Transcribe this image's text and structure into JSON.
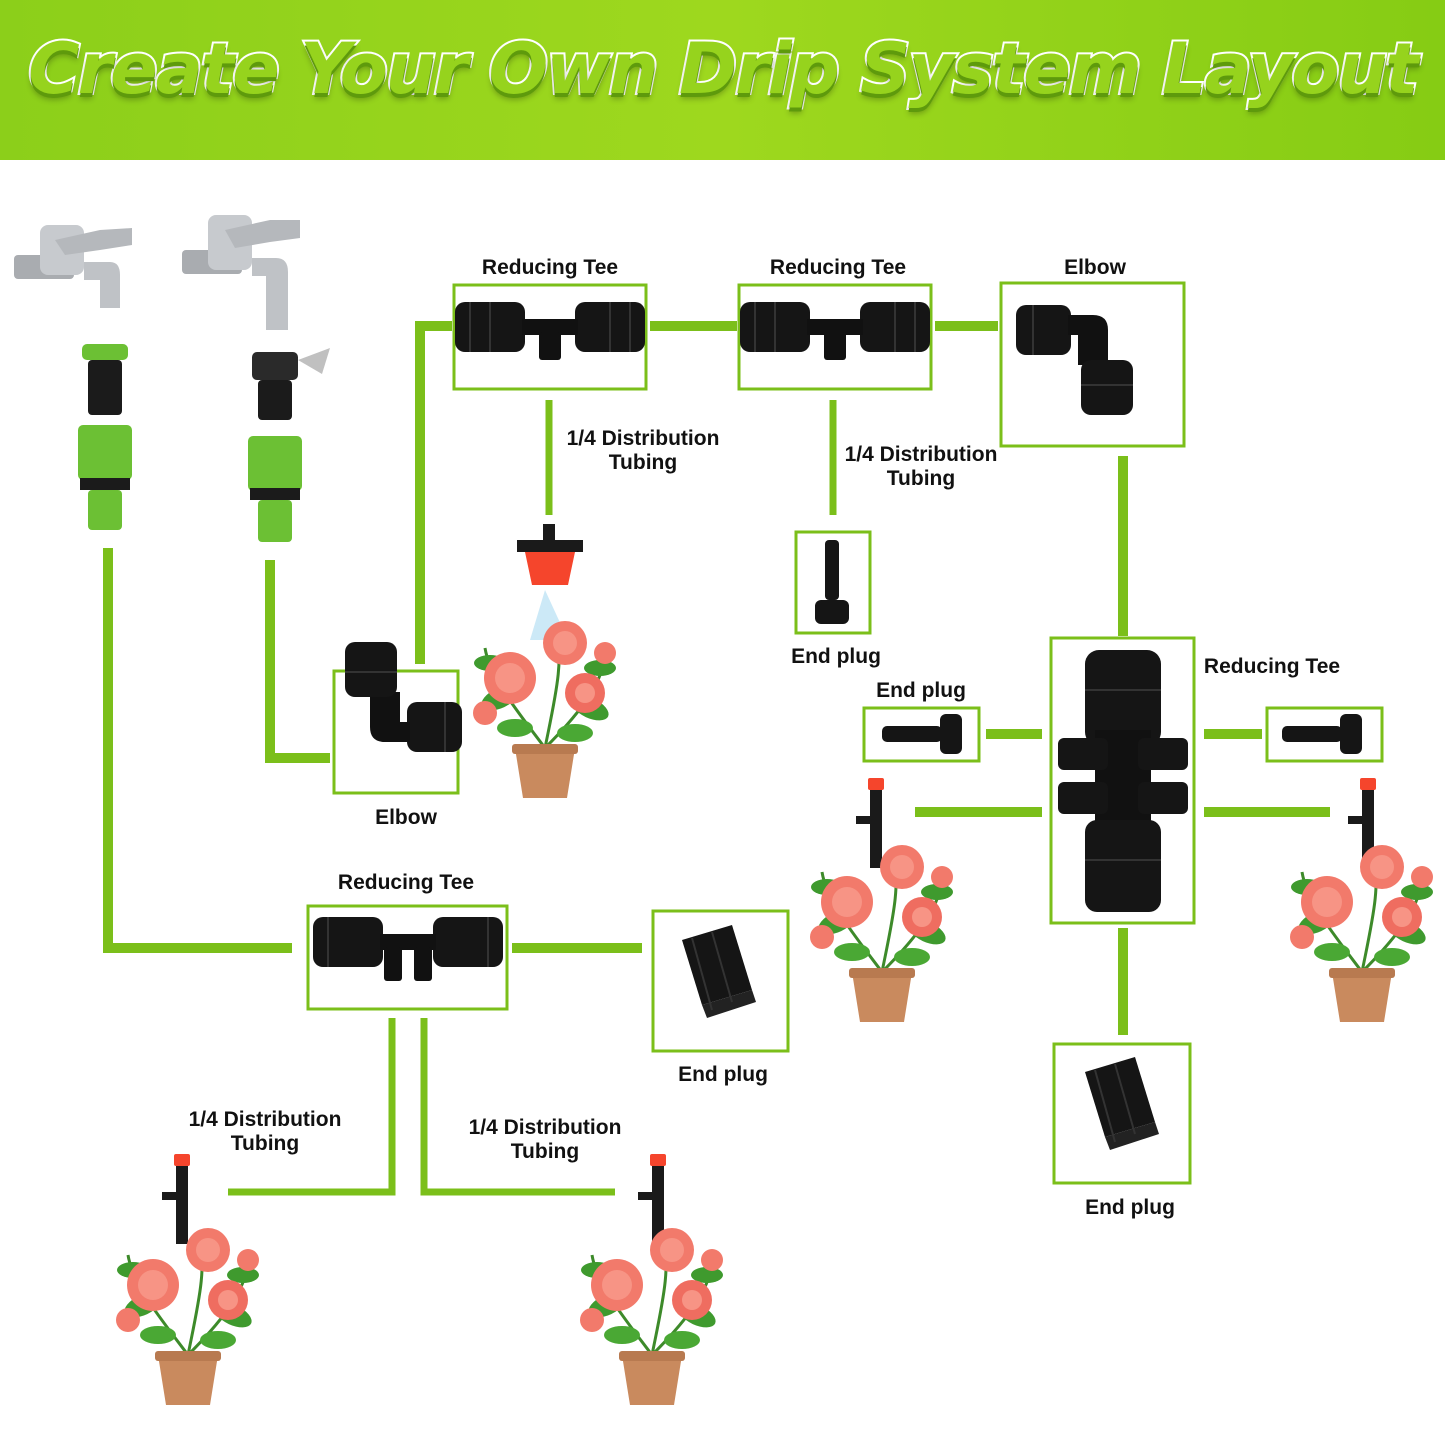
{
  "title": "Create Your Own Drip System Layout",
  "colors": {
    "accent": "#7bbf1a",
    "banner": "#96d31d",
    "fitting": "#141414",
    "connector": "#6cc034",
    "emitter": "#f5452c",
    "flower": "#f27a6b",
    "pot": "#c98a5e"
  },
  "labels": {
    "tee_top_left": "Reducing Tee",
    "tee_top_mid": "Reducing Tee",
    "elbow_top_right": "Elbow",
    "tubing_a": [
      "1/4 Distribution",
      "Tubing"
    ],
    "tubing_b": [
      "1/4 Distribution",
      "Tubing"
    ],
    "end_plug_small": "End plug",
    "end_plug_side": "End plug",
    "tee_right": "Reducing Tee",
    "elbow_left": "Elbow",
    "tee_bottom": "Reducing Tee",
    "end_plug_bottom": "End plug",
    "end_plug_right_bottom": "End plug",
    "tubing_c": [
      "1/4 Distribution",
      "Tubing"
    ],
    "tubing_d": [
      "1/4 Distribution",
      "Tubing"
    ]
  },
  "icons": [
    "faucet-icon",
    "hose-connector-icon",
    "reducing-tee-icon",
    "elbow-icon",
    "end-plug-icon",
    "emitter-icon",
    "potted-flower-icon",
    "stake-dripper-icon"
  ]
}
